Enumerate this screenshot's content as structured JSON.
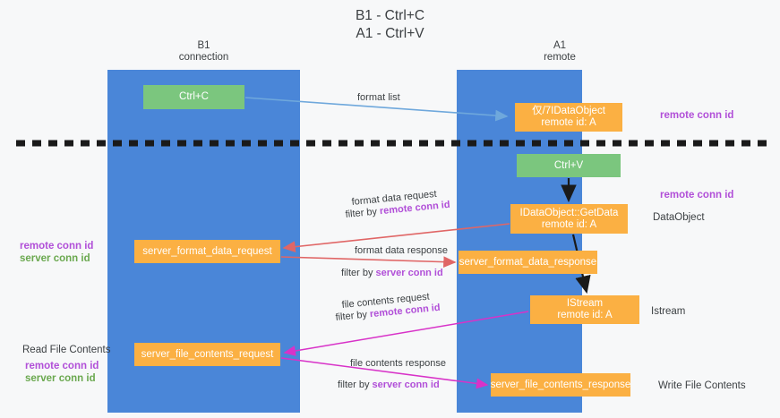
{
  "diagram": {
    "title_line1": "B1 - Ctrl+C",
    "title_line2": "A1 - Ctrl+V",
    "lanes": [
      {
        "id": "b1",
        "name": "B1",
        "role": "connection",
        "color": "#4a86d8"
      },
      {
        "id": "a1",
        "name": "A1",
        "role": "remote",
        "color": "#4a86d8"
      }
    ],
    "colors": {
      "lane": "#4a86d8",
      "green_node": "#7bc67e",
      "orange_node": "#fbb043",
      "remote_conn_id": "#b14fd8",
      "server_conn_id": "#6aa84f",
      "arrow_blue": "#6fa8dc",
      "arrow_red": "#e06666",
      "arrow_magenta": "#d832c8",
      "arrow_black": "#1a1a1a",
      "background": "#f7f8f9",
      "text": "#3c4043"
    },
    "nodes": {
      "ctrl_c": {
        "label": "Ctrl+C",
        "kind": "green"
      },
      "idataobject": {
        "line1": "仅/7IDataObject",
        "line2": "remote id: A",
        "kind": "orange"
      },
      "ctrl_v": {
        "label": "Ctrl+V",
        "kind": "green"
      },
      "getdata": {
        "line1": "IDataObject::GetData",
        "line2": "remote id: A",
        "kind": "orange"
      },
      "server_format_data_request": {
        "label": "server_format_data_request",
        "kind": "orange"
      },
      "server_format_data_response": {
        "label": "server_format_data_response",
        "kind": "orange"
      },
      "istream": {
        "line1": "IStream",
        "line2": "remote id: A",
        "kind": "orange"
      },
      "server_file_contents_request": {
        "label": "server_file_contents_request",
        "kind": "orange"
      },
      "server_file_contents_response": {
        "label": "server_file_contents_response",
        "kind": "orange"
      }
    },
    "channel_labels": {
      "format_list": "format list",
      "format_data_request": "format data request",
      "format_data_request_filter_prefix": "filter by ",
      "format_data_request_filter_key": "remote conn id",
      "format_data_response": "format data response",
      "format_data_response_filter_prefix": "filter by ",
      "format_data_response_filter_key": "server conn id",
      "file_contents_request": "file contents request",
      "file_contents_request_filter_prefix": "filter by ",
      "file_contents_request_filter_key": "remote conn id",
      "file_contents_response": "file contents response",
      "file_contents_response_filter_prefix": "filter by ",
      "file_contents_response_filter_key": "server conn id"
    },
    "side_labels": {
      "right_remote_conn_id_1": "remote conn id",
      "right_remote_conn_id_2": "remote conn id",
      "right_dataobject": "DataObject",
      "right_istream": "Istream",
      "right_write_file_contents": "Write File Contents",
      "left_remote_conn_id_1": "remote conn id",
      "left_server_conn_id_1": "server conn id",
      "left_read_file_contents": "Read File Contents",
      "left_remote_conn_id_2": "remote conn id",
      "left_server_conn_id_2": "server conn id"
    }
  }
}
